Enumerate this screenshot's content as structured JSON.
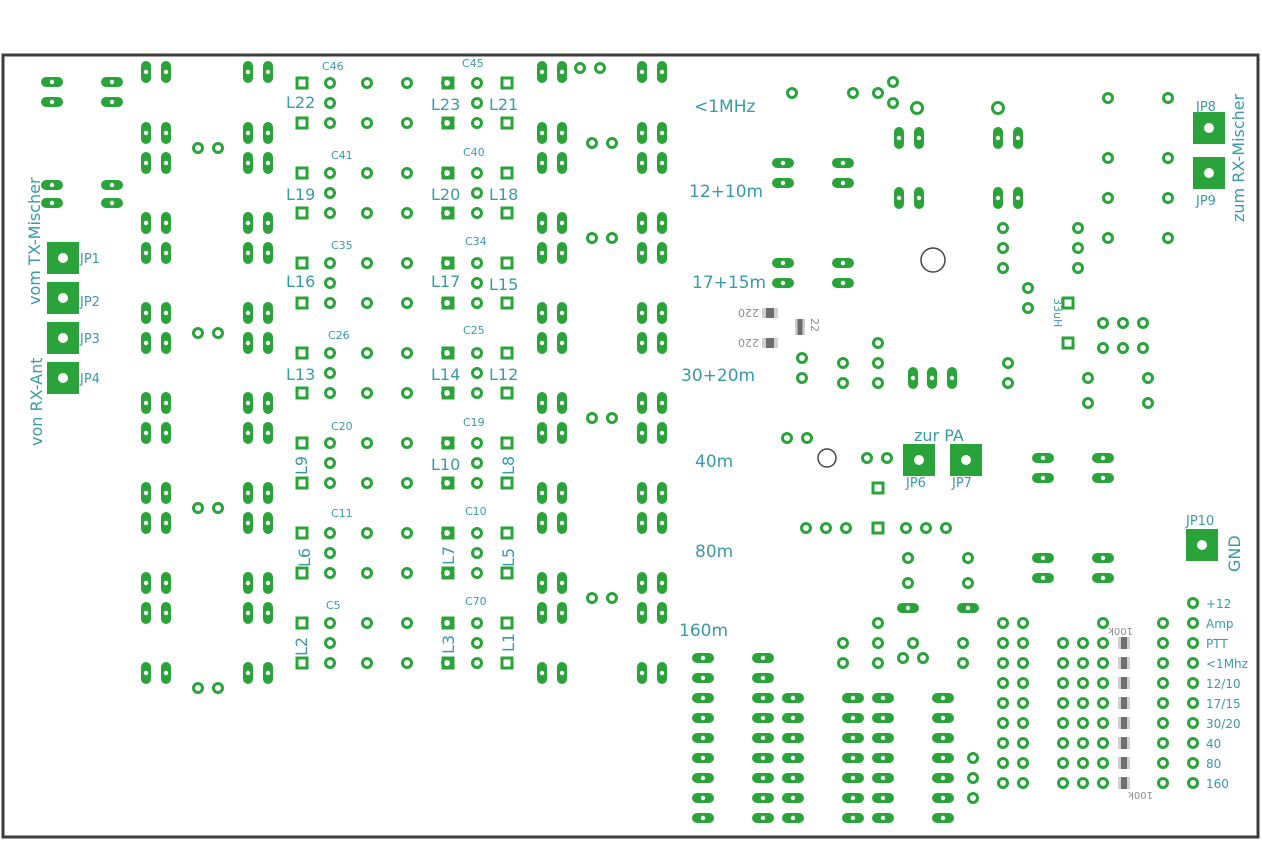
{
  "colors": {
    "pad": "#2aa43a",
    "silk": "#3a9aa8",
    "smd": "#8c8c8c",
    "outline": "#3c3c3c"
  },
  "band_labels": [
    "<1MHz",
    "12+10m",
    "17+15m",
    "30+20m",
    "40m",
    "80m",
    "160m"
  ],
  "side_labels": {
    "vom_tx": "vom TX-Mischer",
    "von_rx": "von RX-Ant",
    "zum_rx": "zum RX-Mischer",
    "zur_pa": "zur PA",
    "gnd": "GND"
  },
  "jumpers": [
    "JP1",
    "JP2",
    "JP3",
    "JP4",
    "JP6",
    "JP7",
    "JP8",
    "JP9",
    "JP10"
  ],
  "coils": [
    "L22",
    "L23",
    "L21",
    "L19",
    "L20",
    "L18",
    "L16",
    "L17",
    "L15",
    "L13",
    "L14",
    "L12",
    "L9",
    "L10",
    "L8",
    "L6",
    "L7",
    "L5",
    "L2",
    "L3",
    "L1"
  ],
  "capacitors": [
    "C46",
    "C45",
    "C41",
    "C40",
    "C35",
    "C34",
    "C26",
    "C25",
    "C20",
    "C19",
    "C11",
    "C10",
    "C5",
    "C70"
  ],
  "smd_labels": {
    "r220a": "220",
    "r220b": "220",
    "c22": "22",
    "l33": "33uH",
    "r100k": "100k"
  },
  "connector_labels": [
    "+12",
    "Amp",
    "PTT",
    "<1Mhz",
    "12/10",
    "17/15",
    "30/20",
    "40",
    "80",
    "160"
  ]
}
